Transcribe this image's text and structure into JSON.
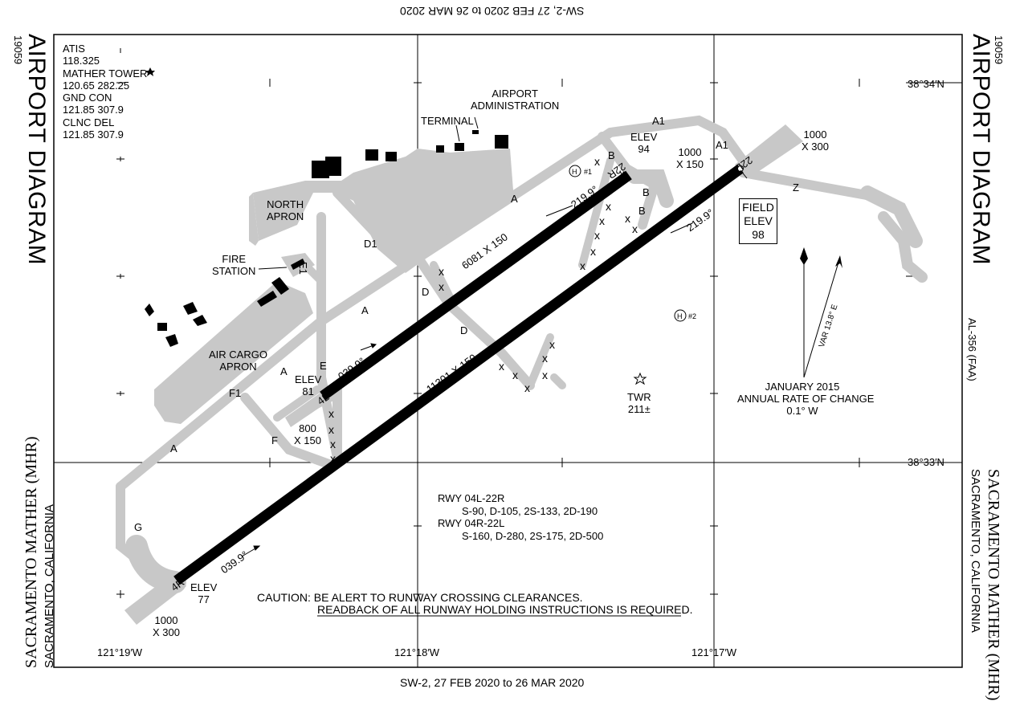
{
  "header_upside": "SW-2, 27 FEB 2020 to 26 MAR 2020",
  "footer": "SW-2,  27 FEB 2020  to  26 MAR 2020",
  "title_left": "AIRPORT DIAGRAM",
  "title_right": "AIRPORT DIAGRAM",
  "proc_number_left": "19059",
  "proc_number_right": "19059",
  "airport_name_left": "SACRAMENTO MATHER (MHR)",
  "airport_city_left": "SACRAMENTO, CALIFORNIA",
  "airport_name_right": "SACRAMENTO MATHER (MHR)",
  "airport_city_right": "SACRAMENTO, CALIFORNIA",
  "al_number": "AL-356 (FAA)",
  "freq": {
    "atis_label": "ATIS",
    "atis": "118.325",
    "tower_label": "MATHER TOWER",
    "tower": "120.65  282.25",
    "gnd_label": "GND CON",
    "gnd": "121.85  307.9",
    "clnc_label": "CLNC DEL",
    "clnc": "121.85  307.9"
  },
  "lat_top": "38°34′N",
  "lat_bottom": "38°33′N",
  "lon_left": "121°19′W",
  "lon_mid": "121°18′W",
  "lon_right": "121°17′W",
  "labels": {
    "terminal": "TERMINAL",
    "admin1": "AIRPORT",
    "admin2": "ADMINISTRATION",
    "north_apron1": "NORTH",
    "north_apron2": "APRON",
    "fire1": "FIRE",
    "fire2": "STATION",
    "cargo1": "AIR CARGO",
    "cargo2": "APRON",
    "twr1": "TWR",
    "twr2": "211±",
    "field_elev1": "FIELD",
    "field_elev2": "ELEV",
    "field_elev3": "98",
    "elev94a": "ELEV",
    "elev94b": "94",
    "elev81a": "ELEV",
    "elev81b": "81",
    "elev77a": "ELEV",
    "elev77b": "77",
    "d1000a": "1000",
    "d1000b": "X 150",
    "d1000c": "1000",
    "d1000d": "X 300",
    "d800a": "800",
    "d800b": "X 150",
    "d1000e": "1000",
    "d1000f": "X 300",
    "rwy_dim_left": "6081 X 150",
    "rwy_dim_right": "11301 X 150",
    "brg1": "219.9°",
    "brg2": "219.9°",
    "brg3": "039.9°",
    "brg4": "039.9°",
    "rwy_4l": "4L",
    "rwy_22r": "22R",
    "rwy_22l": "22L",
    "rwy_4r": "4R",
    "tw_a": "A",
    "tw_a1": "A1",
    "tw_b": "B",
    "tw_d": "D",
    "tw_d1": "D1",
    "tw_e": "E",
    "tw_e1": "E1",
    "tw_f": "F",
    "tw_f1": "F1",
    "tw_g": "G",
    "tw_z": "Z",
    "heli1": "#1",
    "heli2": "#2",
    "var": "VAR 13.8° E",
    "change1": "JANUARY 2015",
    "change2": "ANNUAL RATE OF CHANGE",
    "change3": "0.1° W"
  },
  "rwy_strength": {
    "rwy1": "RWY 04L-22R",
    "rwy1_data": "S-90, D-105, 2S-133, 2D-190",
    "rwy2": "RWY 04R-22L",
    "rwy2_data": "S-160, D-280, 2S-175, 2D-500"
  },
  "caution1": "CAUTION: BE ALERT TO RUNWAY CROSSING CLEARANCES.",
  "caution2": "READBACK OF ALL RUNWAY HOLDING INSTRUCTIONS IS REQUIRED.",
  "colors": {
    "pavement": "#c8c8c8",
    "runway": "#000000"
  }
}
